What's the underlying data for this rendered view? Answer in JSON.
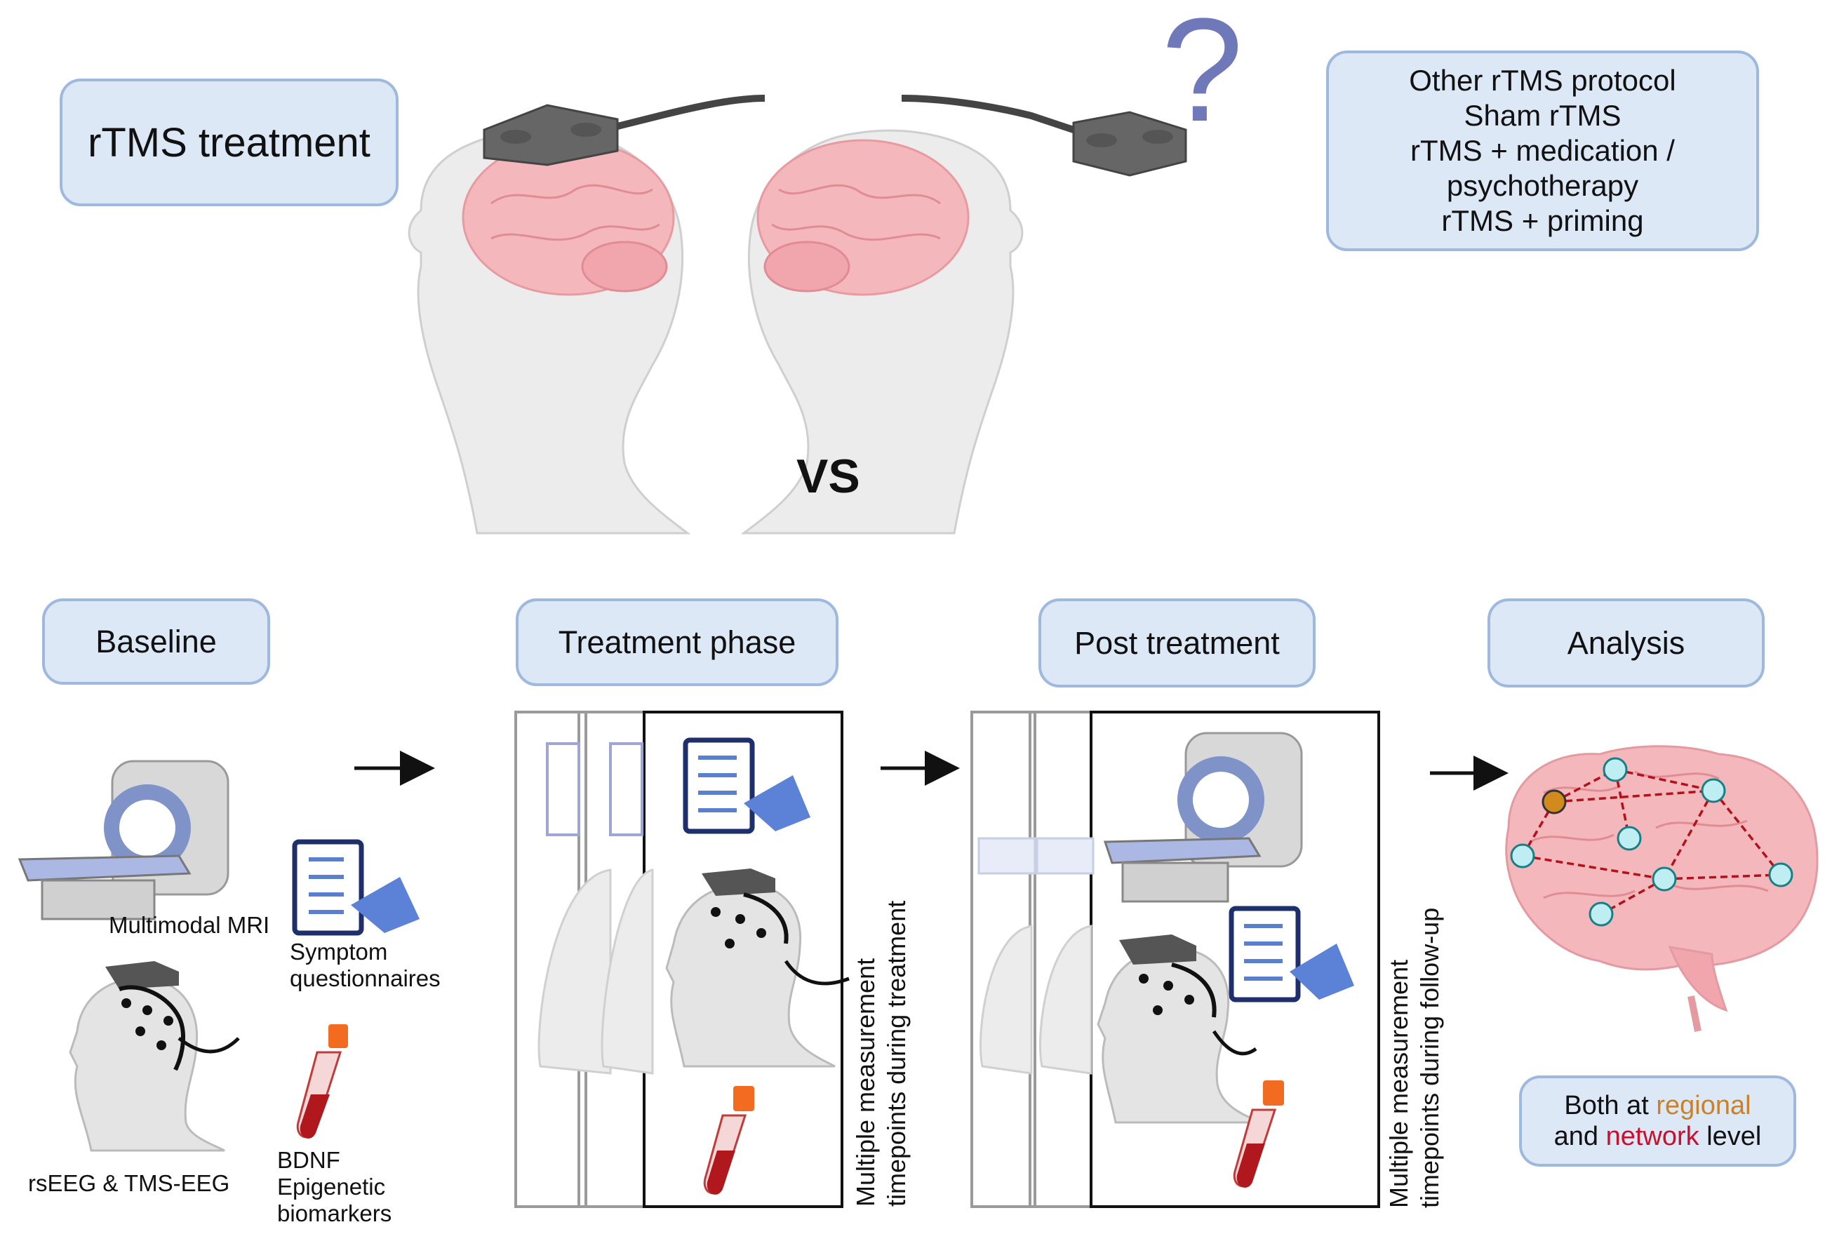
{
  "top": {
    "rtms_label": "rTMS treatment",
    "vs_label": "VS",
    "question_mark": "?",
    "alternatives": [
      "Other rTMS protocol",
      "Sham rTMS",
      "rTMS + medication /",
      "psychotherapy",
      "rTMS + priming"
    ]
  },
  "phases": {
    "baseline": "Baseline",
    "treatment": "Treatment phase",
    "post": "Post treatment",
    "analysis": "Analysis"
  },
  "baseline_items": {
    "mri": "Multimodal MRI",
    "eeg": "rsEEG & TMS-EEG",
    "symptom": [
      "Symptom",
      "questionnaires"
    ],
    "blood": [
      "BDNF",
      "Epigenetic",
      "biomarkers"
    ]
  },
  "side_notes": {
    "treatment": [
      "Multiple measurement",
      "timepoints during treatment"
    ],
    "followup": [
      "Multiple measurement",
      "timepoints during follow-up"
    ]
  },
  "analysis_note": {
    "prefix": "Both at ",
    "regional": "regional",
    "middle": "and ",
    "network": "network",
    "suffix": " level"
  },
  "colors": {
    "box_fill": "#dde8f6",
    "box_border": "#9fb8dd",
    "regional": "#c8822a",
    "network": "#c8102e",
    "brain": "#f4b8bc",
    "node": "#bfeef2",
    "hub": "#d18a1b"
  }
}
